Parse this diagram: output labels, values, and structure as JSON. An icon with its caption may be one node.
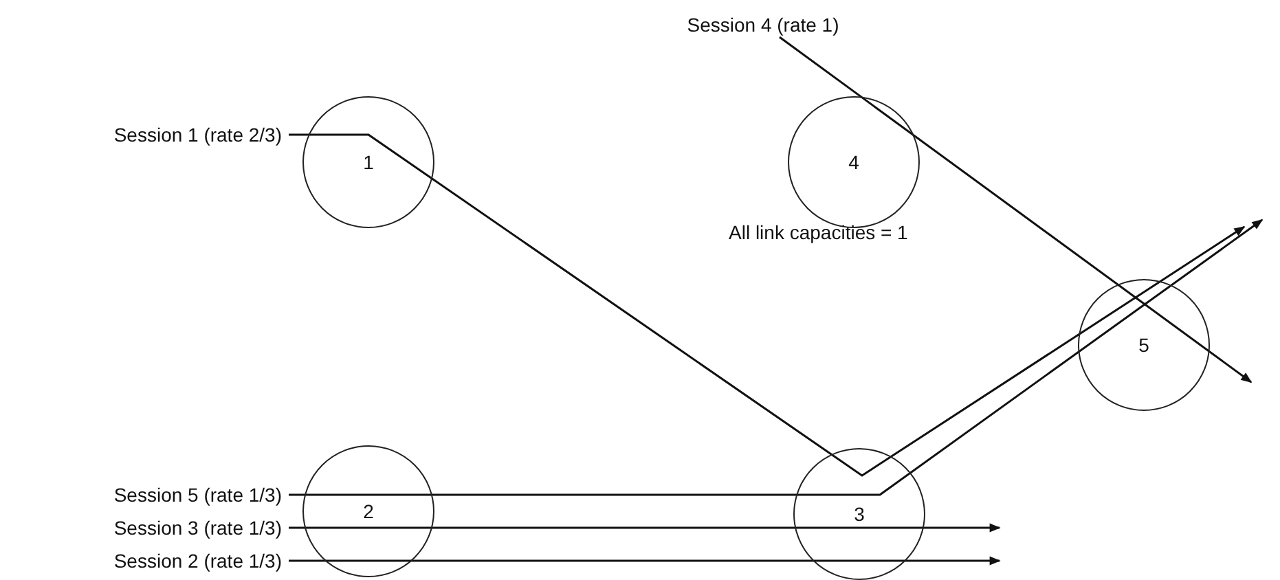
{
  "diagram": {
    "nodes": [
      {
        "text": [
          "Session 1 (rate 2/3)"
        ]
      },
      {
        "text": [
          "Session 4 (rate 1)"
        ]
      },
      {
        "text": [
          "Session 5 (rate 1/3)"
        ]
      },
      {
        "text": [
          "Session 3 (rate 1/3)"
        ]
      },
      {
        "text": [
          "Session 2 (rate 1/3)"
        ]
      },
      {
        "text": [
          "1"
        ]
      },
      {
        "text": [
          "4"
        ]
      },
      {
        "text": [
          "5"
        ]
      },
      {
        "text": [
          "2"
        ]
      },
      {
        "text": [
          "3"
        ]
      }
    ],
    "edges": [
      {
        "from": 0,
        "to": null,
        "arrow": "to"
      },
      {
        "from": 1,
        "to": null,
        "arrow": "to"
      },
      {
        "from": 2,
        "to": null,
        "arrow": "to"
      },
      {
        "from": 3,
        "to": null,
        "arrow": "to"
      },
      {
        "from": 4,
        "to": null,
        "arrow": "to"
      }
    ],
    "labels": [
      "All link capacities = 1"
    ]
  }
}
